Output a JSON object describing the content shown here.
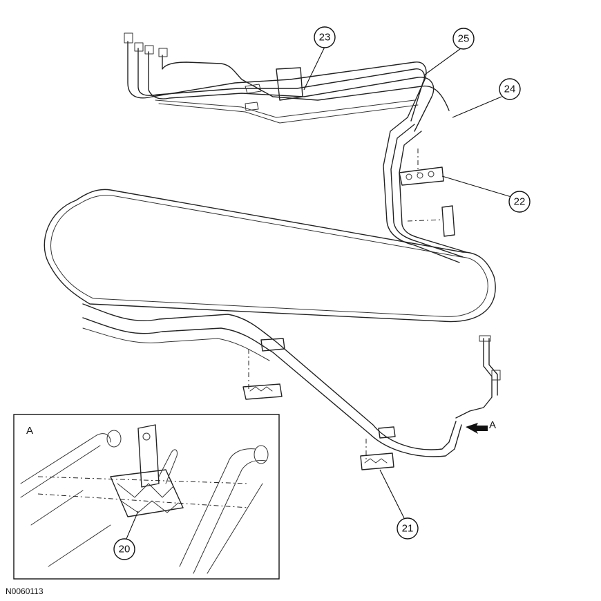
{
  "callouts": [
    {
      "id": "c20",
      "number": "20"
    },
    {
      "id": "c21",
      "number": "21"
    },
    {
      "id": "c22",
      "number": "22"
    },
    {
      "id": "c23",
      "number": "23"
    },
    {
      "id": "c24",
      "number": "24"
    },
    {
      "id": "c25",
      "number": "25"
    }
  ],
  "view_label": "A",
  "detail_view_label": "A",
  "figure_id": "N0060113"
}
